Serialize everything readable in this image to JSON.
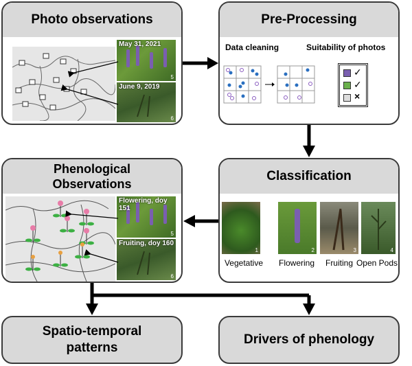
{
  "boxes": {
    "photo_obs": {
      "title": "Photo observations",
      "photo1_caption": "May 31, 2021",
      "photo1_num": "5",
      "photo2_caption": "June 9, 2019",
      "photo2_num": "6"
    },
    "preprocessing": {
      "title": "Pre-Processing",
      "data_cleaning": "Data cleaning",
      "suitability": "Suitability of photos",
      "check1": "✓",
      "check2": "✓",
      "cross": "×"
    },
    "phenological": {
      "title_line1": "Phenological",
      "title_line2": "Observations",
      "photo1_caption": "Flowering, doy 151",
      "photo1_num": "5",
      "photo2_caption": "Fruiting, doy 160",
      "photo2_num": "6"
    },
    "classification": {
      "title": "Classification",
      "classes": [
        {
          "label": "Vegetative",
          "num": "1"
        },
        {
          "label": "Flowering",
          "num": "2"
        },
        {
          "label": "Fruiting",
          "num": "3"
        },
        {
          "label": "Open Pods",
          "num": "4"
        }
      ]
    },
    "spatio": {
      "line1": "Spatio-temporal",
      "line2": "patterns"
    },
    "drivers": {
      "title": "Drivers of phenology"
    }
  },
  "colors": {
    "header_gray": "#d9d9d9",
    "border": "#3a3a3a",
    "flower_purple": "#7a5fb0",
    "point_blue": "#2a6fc0",
    "flower_pink": "#e87ca8",
    "leaf_green": "#3cb043"
  }
}
